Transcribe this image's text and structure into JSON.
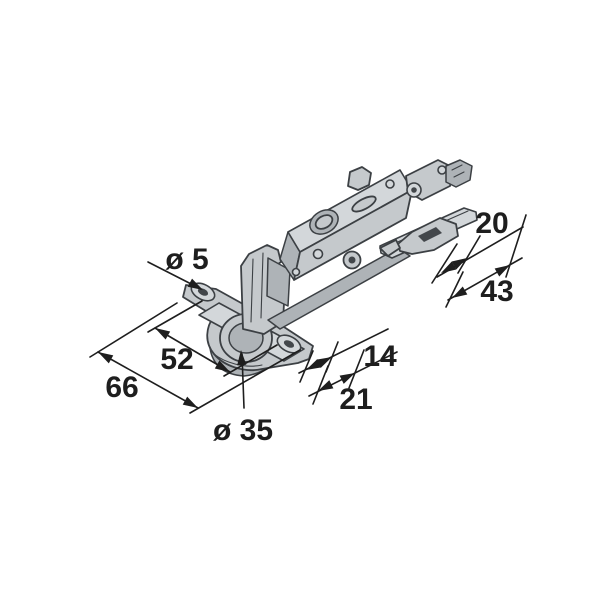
{
  "figure": {
    "dimensions": {
      "screw_hole_dia": "ø 5",
      "screw_spacing": "52",
      "plate_length": "66",
      "cup_dia": "ø 35",
      "edge_distance": "14",
      "cup_distance": "21",
      "flange_width": "20",
      "arm_depth": "43"
    },
    "colors": {
      "background": "#ffffff",
      "metal_fill": "#c5c9cc",
      "metal_light": "#d3d7da",
      "metal_dark": "#aeb3b7",
      "outline": "#3c4044",
      "dimension_ink": "#1e1e1e"
    }
  }
}
